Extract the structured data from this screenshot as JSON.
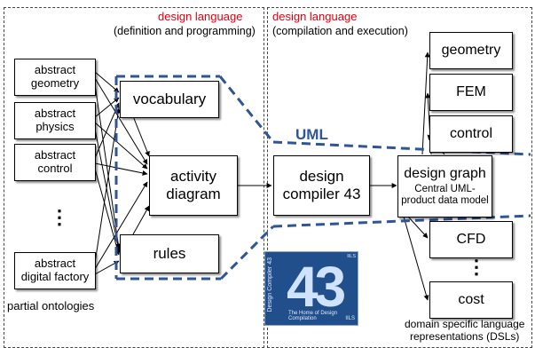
{
  "left_panel": {
    "header": "design language",
    "subheader": "(definition and programming)",
    "ontology_boxes": [
      "abstract\ngeometry",
      "abstract\nphysics",
      "abstract\ncontrol",
      "abstract\ndigital factory"
    ],
    "ellipsis": "⋮",
    "footer": "partial ontologies",
    "vocabulary": "vocabulary",
    "activity_diagram": "activity\ndiagram",
    "rules": "rules"
  },
  "right_panel": {
    "header": "design language",
    "subheader": "(compilation and execution)",
    "uml_label": "UML",
    "design_compiler": "design\ncompiler 43",
    "design_graph_title": "design graph",
    "design_graph_desc": "Central UML-\nproduct data model",
    "outputs_top": [
      "geometry",
      "FEM",
      "control"
    ],
    "outputs_bottom": [
      "CFD",
      "cost"
    ],
    "ellipsis": "⋮",
    "footer": "domain specific language\nrepresentations (DSLs)"
  },
  "logo": {
    "number": "43",
    "side_text": "Design Compiler 43",
    "bottom_text": "The Home of Design Compilation",
    "corner_text": "IILS",
    "corner_text2": "IILS"
  },
  "colors": {
    "header_red": "#e3000f",
    "uml_dashed": "#2f5597",
    "logo_blue": "#214f8c"
  }
}
